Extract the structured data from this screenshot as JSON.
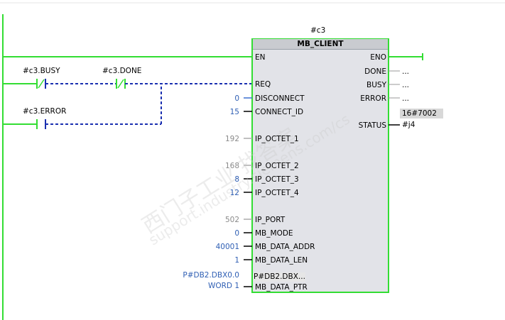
{
  "block": {
    "instance": "#c3",
    "name": "MB_CLIENT",
    "inputs": {
      "en": "EN",
      "req": "REQ",
      "disconnect": "DISCONNECT",
      "connect_id": "CONNECT_ID",
      "ip_octet_1": "IP_OCTET_1",
      "ip_octet_2": "IP_OCTET_2",
      "ip_octet_3": "IP_OCTET_3",
      "ip_octet_4": "IP_OCTET_4",
      "ip_port": "IP_PORT",
      "mb_mode": "MB_MODE",
      "mb_data_addr": "MB_DATA_ADDR",
      "mb_data_len": "MB_DATA_LEN",
      "mb_data_ptr": "MB_DATA_PTR"
    },
    "outputs": {
      "eno": "ENO",
      "done": "DONE",
      "busy": "BUSY",
      "error": "ERROR",
      "status": "STATUS"
    }
  },
  "values": {
    "disconnect": "0",
    "connect_id": "15",
    "ip_octet_1": "192",
    "ip_octet_2": "168",
    "ip_octet_3": "8",
    "ip_octet_4": "12",
    "ip_port": "502",
    "mb_mode": "0",
    "mb_data_addr": "40001",
    "mb_data_len": "1",
    "mb_data_ptr_line1": "P#DB2.DBX0.0",
    "mb_data_ptr_line2": "WORD 1",
    "ptr_inner": "P#DB2.DBX...",
    "status_value": "16#7002",
    "status_var": "#j4",
    "done_out": "...",
    "busy_out": "...",
    "error_out": "..."
  },
  "contacts": {
    "busy": "#c3.BUSY",
    "done": "#c3.DONE",
    "error": "#c3.ERROR"
  },
  "watermark": {
    "cn": "西门子工业 找答案",
    "url": "support.industry.siemens.com/cs"
  },
  "colors": {
    "power_rail": "#33dd33",
    "powered_wire": "#33dd33",
    "dashed_wire": "#1a2fb0",
    "block_fill": "#e2e3e8",
    "block_border": "#33dd33"
  }
}
